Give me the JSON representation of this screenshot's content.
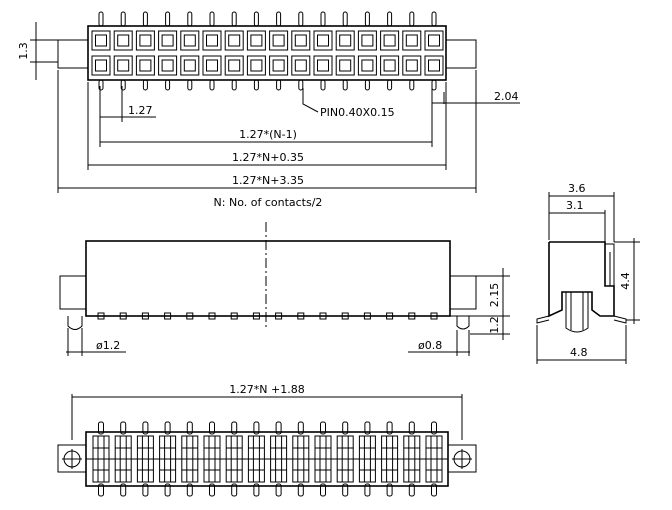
{
  "drawing": {
    "pin_count": 16,
    "top_view": {
      "dim_pitch_height": "1.3",
      "dim_pitch": "1.27",
      "pin_note": "PIN0.40X0.15",
      "dim_offset": "2.04",
      "dim_pitch_span": "1.27*(N-1)",
      "dim_body_span": "1.27*N+0.35",
      "dim_overall": "1.27*N+3.35",
      "note": "N: No. of contacts/2"
    },
    "front_view": {
      "dim_upper": "2.15",
      "dim_lower": "1.2",
      "dim_peg_left": "ø1.2",
      "dim_peg_right": "ø0.8"
    },
    "side_view": {
      "dim_width_outer": "3.6",
      "dim_width_inner": "3.1",
      "dim_height": "4.4",
      "dim_base": "4.8"
    },
    "bottom_view": {
      "dim_span": "1.27*N +1.88"
    }
  }
}
